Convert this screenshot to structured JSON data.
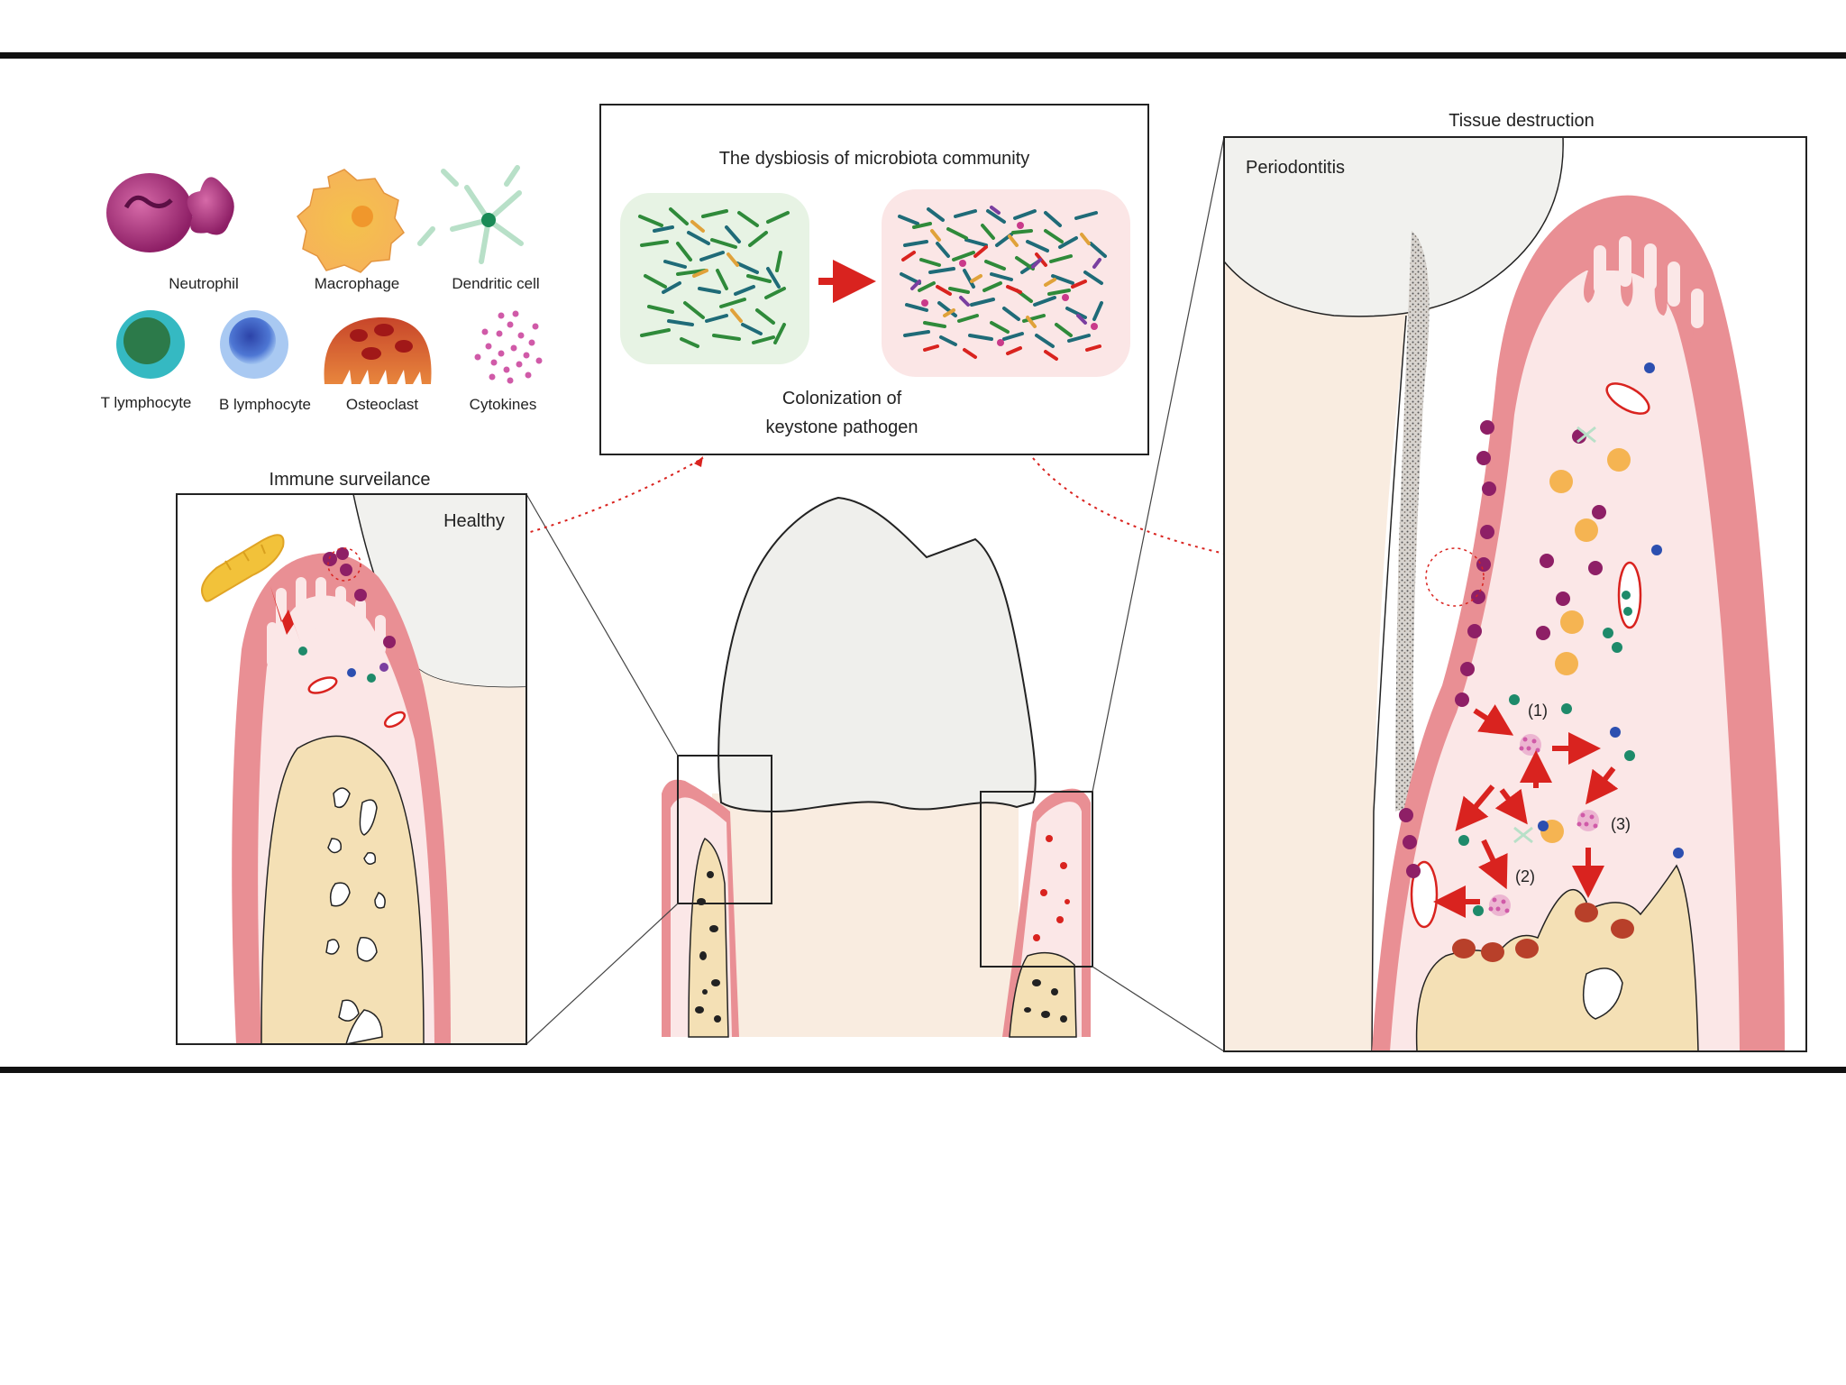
{
  "legend": {
    "neutrophil": "Neutrophil",
    "macrophage": "Macrophage",
    "dendritic_cell": "Dendritic cell",
    "t_lymphocyte": "T lymphocyte",
    "b_lymphocyte": "B lymphocyte",
    "osteoclast": "Osteoclast",
    "cytokines": "Cytokines"
  },
  "dysbiosis": {
    "title": "The dysbiosis of microbiota community",
    "caption_line1": "Colonization of",
    "caption_line2": "keystone pathogen"
  },
  "healthy_panel": {
    "heading": "Immune surveilance",
    "label": "Healthy"
  },
  "periodontitis_panel": {
    "heading": "Tissue destruction",
    "label": "Periodontitis",
    "step1": "(1)",
    "step2": "(2)",
    "step3": "(3)"
  },
  "colors": {
    "gingiva": "#e8878c",
    "gingiva_light": "#fbe7e7",
    "bone": "#f7e6c4",
    "tooth": "#f1f1ee",
    "arrow": "#d9231f",
    "neutrophil": "#9b2a7a",
    "t_cell": "#1e8a6a",
    "b_cell": "#2c4fb0"
  }
}
